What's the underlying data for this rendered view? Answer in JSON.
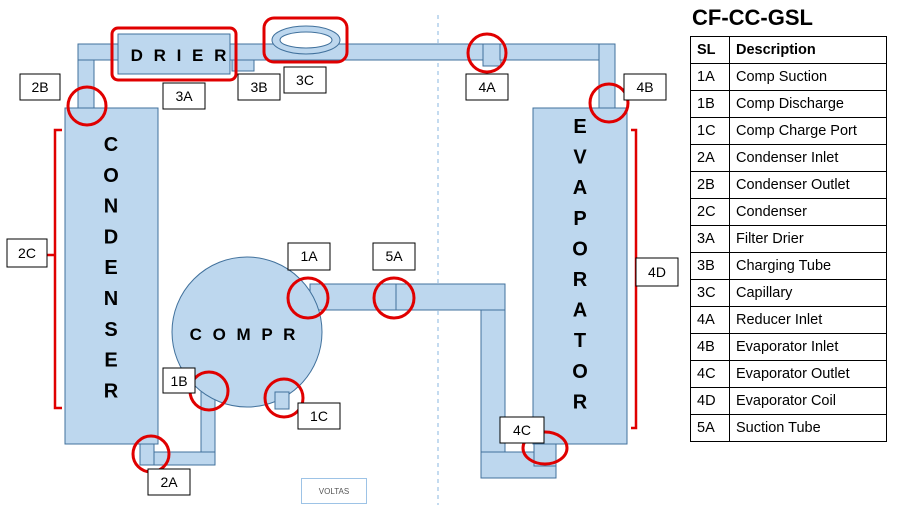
{
  "title": "CF-CC-GSL",
  "legend": {
    "header_sl": "SL",
    "header_desc": "Description",
    "rows": [
      {
        "sl": "1A",
        "desc": "Comp Suction"
      },
      {
        "sl": "1B",
        "desc": "Comp Discharge"
      },
      {
        "sl": "1C",
        "desc": "Comp Charge Port"
      },
      {
        "sl": "2A",
        "desc": "Condenser Inlet"
      },
      {
        "sl": "2B",
        "desc": "Condenser Outlet"
      },
      {
        "sl": "2C",
        "desc": "Condenser"
      },
      {
        "sl": "3A",
        "desc": "Filter Drier"
      },
      {
        "sl": "3B",
        "desc": "Charging Tube"
      },
      {
        "sl": "3C",
        "desc": "Capillary"
      },
      {
        "sl": "4A",
        "desc": "Reducer Inlet"
      },
      {
        "sl": "4B",
        "desc": "Evaporator Inlet"
      },
      {
        "sl": "4C",
        "desc": "Evaporator Outlet"
      },
      {
        "sl": "4D",
        "desc": "Evaporator Coil"
      },
      {
        "sl": "5A",
        "desc": "Suction Tube"
      }
    ]
  },
  "components": {
    "condenser": "CONDENSER",
    "evaporator": "EVAPORATOR",
    "compressor": "COMPR",
    "drier": "DRIER"
  },
  "callouts": {
    "c1A": "1A",
    "c1B": "1B",
    "c1C": "1C",
    "c2A": "2A",
    "c2B": "2B",
    "c2C": "2C",
    "c3A": "3A",
    "c3B": "3B",
    "c3C": "3C",
    "c4A": "4A",
    "c4B": "4B",
    "c4C": "4C",
    "c4D": "4D",
    "c5A": "5A"
  },
  "watermark": "VOLTAS",
  "colors": {
    "pipe_fill": "#bdd7ee",
    "pipe_stroke": "#41719c",
    "highlight": "#e00000"
  }
}
